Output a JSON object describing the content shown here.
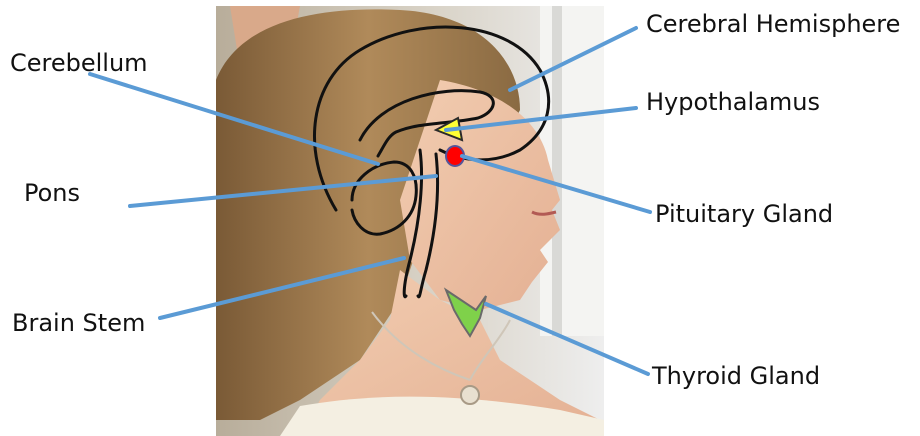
{
  "labels": {
    "cerebral_hemisphere": "Cerebral Hemisphere",
    "cerebellum": "Cerebellum",
    "hypothalamus": "Hypothalamus",
    "pons": "Pons",
    "pituitary_gland": "Pituitary Gland",
    "brain_stem": "Brain Stem",
    "thyroid_gland": "Thyroid Gland"
  },
  "colors": {
    "leader_line": "#5b9bd5",
    "hypothalamus_fill": "#ffff33",
    "pituitary_fill": "#ff0000",
    "thyroid_fill": "#7fd14a",
    "outline": "#111111"
  }
}
